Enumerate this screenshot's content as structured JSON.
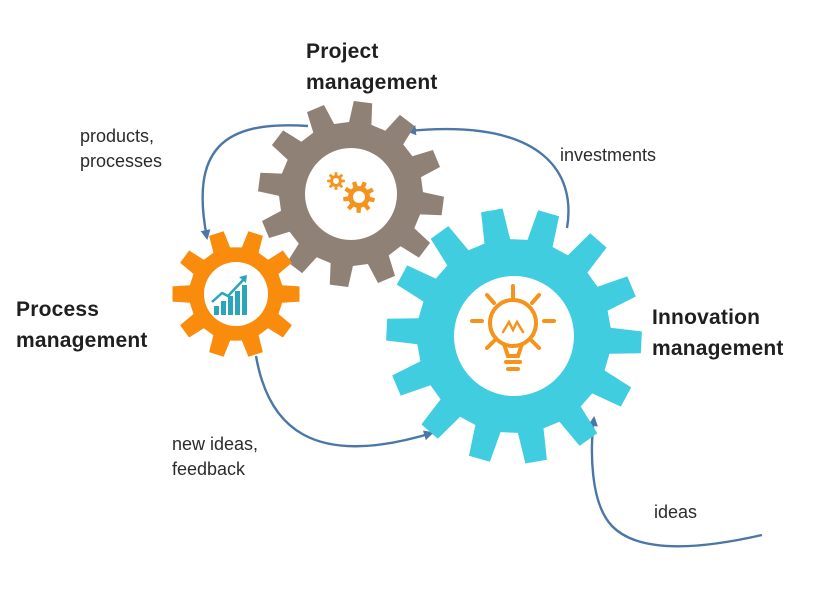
{
  "gears": {
    "project": {
      "title_line1": "Project",
      "title_line2": "management",
      "color": "#8f8175",
      "icon": "small-gears-icon"
    },
    "process": {
      "title_line1": "Process",
      "title_line2": "management",
      "color": "#f98c0d",
      "icon": "rising-chart-icon"
    },
    "innovation": {
      "title_line1": "Innovation",
      "title_line2": "management",
      "color": "#40cde0",
      "icon": "light-bulb-icon"
    }
  },
  "flows": {
    "products_processes": {
      "line1": "products,",
      "line2": "processes"
    },
    "investments": {
      "line1": "investments"
    },
    "new_ideas_feedback": {
      "line1": "new ideas,",
      "line2": "feedback"
    },
    "ideas": {
      "line1": "ideas"
    }
  },
  "colors": {
    "arrow": "#4a76a8",
    "icon_orange": "#f5941d",
    "icon_teal": "#2aa5b9",
    "text": "#1f1f1f"
  }
}
